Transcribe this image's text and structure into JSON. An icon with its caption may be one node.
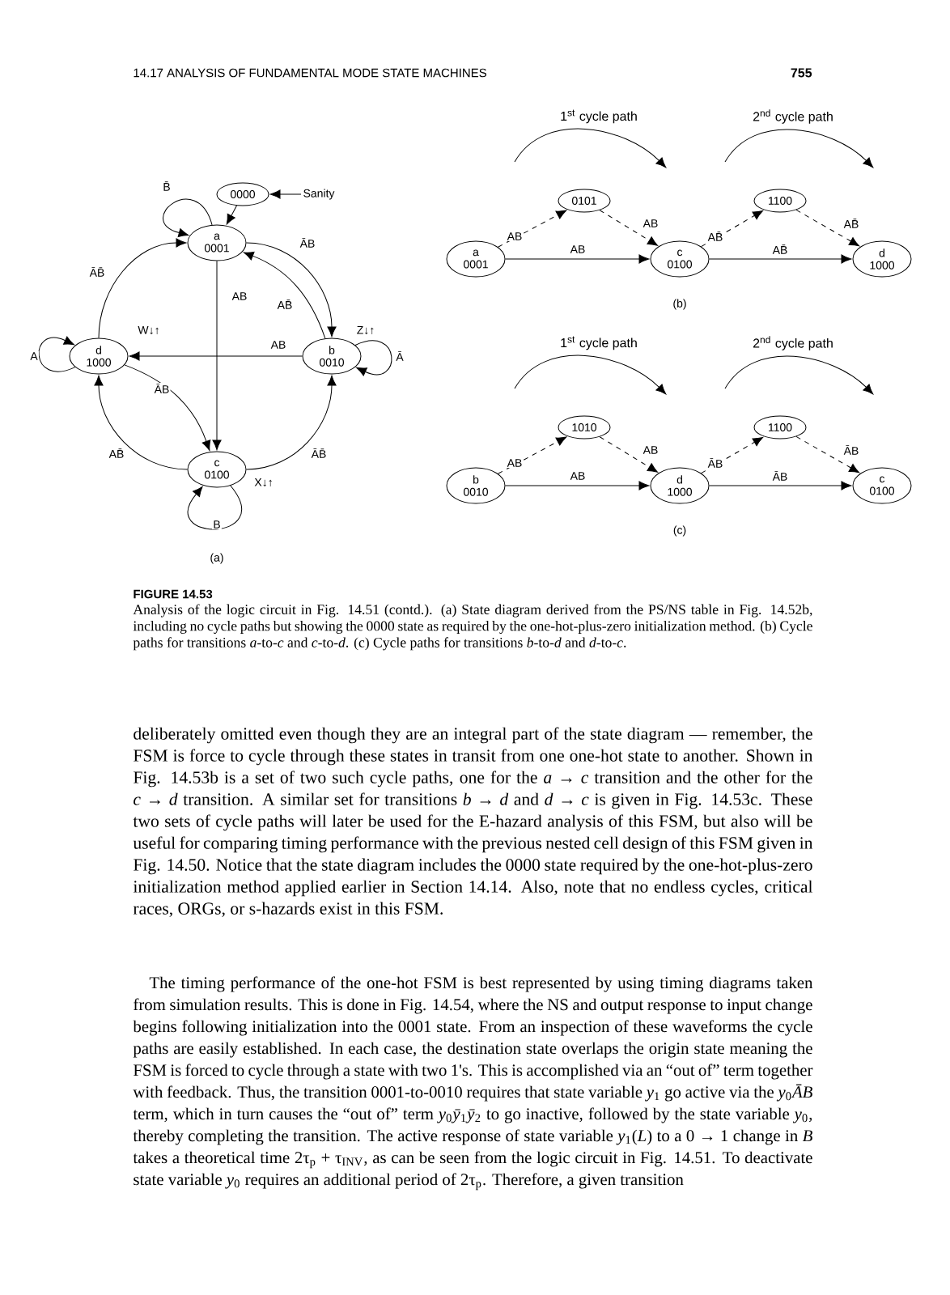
{
  "diagram": {
    "caption": "Analysis of the logic circuit in Fig. 14.51 (contd.). (a) State diagram derived from the PS/NS table in Fig. 14.52b, including no cycle paths but showing the 0000 state as required by the one-hot-plus-zero initialization method. (b) Cycle paths for transitions *a*-to-*c* and *c*-to-*d*. (c) Cycle paths for transitions *b*-to-*d* and *d*-to-*c*.",
    "nodes": [
      {
        "text": [
          "0000"
        ]
      },
      {
        "text": [
          "Sanity"
        ]
      },
      {
        "text": [
          "a",
          "0001"
        ]
      },
      {
        "text": [
          "d",
          "1000"
        ],
        "beside": [
          "W↓↑"
        ]
      },
      {
        "text": [
          "b",
          "0010"
        ],
        "beside": [
          "Z↓↑"
        ]
      },
      {
        "text": [
          "c",
          "0100"
        ],
        "beside": [
          "X↓↑"
        ]
      },
      {
        "text": [
          "a",
          "0001"
        ]
      },
      {
        "text": [
          "0101"
        ]
      },
      {
        "text": [
          "c",
          "0100"
        ]
      },
      {
        "text": [
          "1100"
        ]
      },
      {
        "text": [
          "d",
          "1000"
        ]
      },
      {
        "text": [
          "b",
          "0010"
        ]
      },
      {
        "text": [
          "1010"
        ]
      },
      {
        "text": [
          "d",
          "1000"
        ]
      },
      {
        "text": [
          "1100"
        ]
      },
      {
        "text": [
          "c",
          "0100"
        ]
      }
    ],
    "edges": [
      {
        "from": 1,
        "to": 0,
        "arrow": "to"
      },
      {
        "from": 0,
        "to": 2,
        "arrow": "to"
      },
      {
        "from": 2,
        "to": 2,
        "arrow": "to",
        "label": "B̄"
      },
      {
        "from": 3,
        "to": 2,
        "arrow": "to",
        "label": "ĀB̄"
      },
      {
        "from": 2,
        "to": 4,
        "arrow": "to",
        "label": "ĀB"
      },
      {
        "from": 2,
        "to": 5,
        "arrow": "to",
        "label": "AB"
      },
      {
        "from": 4,
        "to": 2,
        "arrow": "to",
        "label": "AB̄"
      },
      {
        "from": 4,
        "to": 3,
        "arrow": "to",
        "label": "AB"
      },
      {
        "from": 4,
        "to": 4,
        "arrow": "to",
        "label": "Ā"
      },
      {
        "from": 3,
        "to": 3,
        "arrow": "to",
        "label": "A"
      },
      {
        "from": 3,
        "to": 5,
        "arrow": "to",
        "label": "ĀB"
      },
      {
        "from": 5,
        "to": 3,
        "arrow": "to",
        "label": "AB̄"
      },
      {
        "from": 5,
        "to": 4,
        "arrow": "to",
        "label": "ĀB̄"
      },
      {
        "from": 5,
        "to": 5,
        "arrow": "to",
        "label": "B"
      },
      {
        "from": 6,
        "to": 7,
        "arrow": "to",
        "label": "AB",
        "style": "dashed"
      },
      {
        "from": 7,
        "to": 8,
        "arrow": "to",
        "label": "AB",
        "style": "dashed"
      },
      {
        "from": 6,
        "to": 8,
        "arrow": "to",
        "label": "AB"
      },
      {
        "from": 8,
        "to": 9,
        "arrow": "to",
        "label": "AB̄",
        "style": "dashed"
      },
      {
        "from": 9,
        "to": 10,
        "arrow": "to",
        "label": "AB̄",
        "style": "dashed"
      },
      {
        "from": 8,
        "to": 10,
        "arrow": "to",
        "label": "AB̄"
      },
      {
        "from": 11,
        "to": 12,
        "arrow": "to",
        "label": "AB",
        "style": "dashed"
      },
      {
        "from": 12,
        "to": 13,
        "arrow": "to",
        "label": "AB",
        "style": "dashed"
      },
      {
        "from": 11,
        "to": 13,
        "arrow": "to",
        "label": "AB"
      },
      {
        "from": 13,
        "to": 14,
        "arrow": "to",
        "label": "ĀB",
        "style": "dashed"
      },
      {
        "from": 14,
        "to": 15,
        "arrow": "to",
        "label": "ĀB",
        "style": "dashed"
      },
      {
        "from": 13,
        "to": 15,
        "arrow": "to",
        "label": "ĀB"
      }
    ],
    "labels": [
      "14.17 ANALYSIS OF FUNDAMENTAL MODE STATE MACHINES",
      "755",
      "(a)",
      "1$^{st}$ cycle path",
      "2$^{nd}$ cycle path",
      "(b)",
      "1$^{st}$ cycle path",
      "2$^{nd}$ cycle path",
      "(c)",
      "FIGURE 14.53",
      "deliberately omitted even though they are an integral part of the state diagram — remember, the FSM is force to cycle through these states in transit from one one-hot state to another. Shown in Fig. 14.53b is a set of two such cycle paths, one for the *a* → *c* transition and the other for the *c* → *d* transition. A similar set for transitions *b* → *d* and *d* → *c* is given in Fig. 14.53c. These two sets of cycle paths will later be used for the E-hazard analysis of this FSM, but also will be useful for comparing timing performance with the previous nested cell design of this FSM given in Fig. 14.50. Notice that the state diagram includes the 0000 state required by the one-hot-plus-zero initialization method applied earlier in Section 14.14. Also, note that no endless cycles, critical races, ORGs, or s-hazards exist in this FSM.",
      "The timing performance of the one-hot FSM is best represented by using timing diagrams taken from simulation results. This is done in Fig. 14.54, where the NS and output response to input change begins following initialization into the 0001 state. From an inspection of these waveforms the cycle paths are easily established. In each case, the destination state overlaps the origin state meaning the FSM is forced to cycle through a state with two 1's. This is accomplished via an “out of” term together with feedback. Thus, the transition 0001-to-0010 requires that state variable *y*$_{1}$ go active via the *y*$_{0}$*ĀB* term, which in turn causes the “out of” term *y*$_{0}$*ȳ*$_{1}$*ȳ*$_{2}$ to go inactive, followed by the state variable *y*$_{0}$, thereby completing the transition. The active response of state variable *y*$_{1}$(*L*) to a 0 → 1 change in *B* takes a theoretical time 2τ$_{p}$ + τ$_{INV}$, as can be seen from the logic circuit in Fig. 14.51. To deactivate state variable *y*$_{0}$ requires an additional period of 2τ$_{p}$. Therefore, a given transition"
    ]
  }
}
